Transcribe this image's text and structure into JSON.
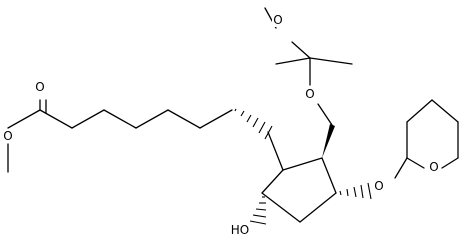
{
  "molecule": {
    "atoms": {
      "o_ether_top": "O",
      "o_ester_carbonyl": "O",
      "o_ester_alkoxy": "O",
      "o_silyl_like": "O",
      "o_thp_link": "O",
      "o_thp_ring": "O",
      "hydroxyl": "HO"
    }
  },
  "colors": {
    "bond": "#000000",
    "label": "#000000",
    "background": "#ffffff"
  }
}
